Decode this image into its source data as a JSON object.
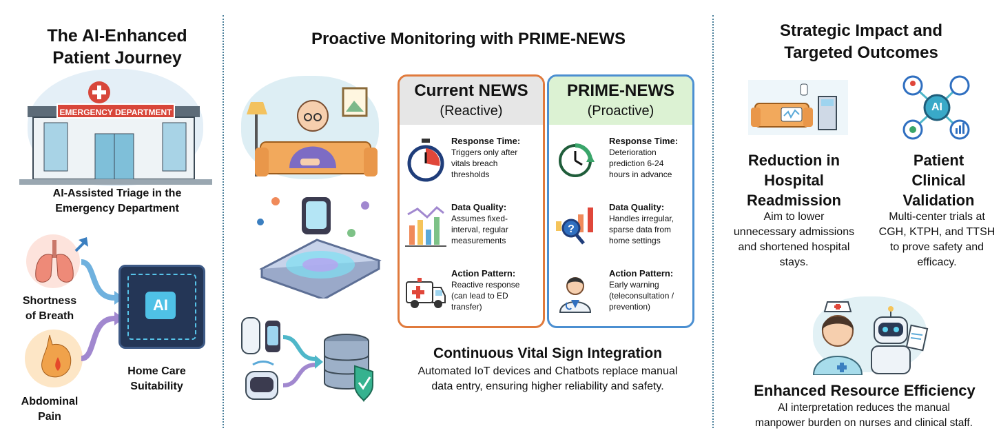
{
  "left": {
    "title": "The AI-Enhanced\nPatient Journey",
    "hospital_sign": "EMERGENCY DEPARTMENT",
    "triage_label": "AI-Assisted Triage in the\nEmergency Department",
    "chip_text": "AI",
    "symptom_breath": "Shortness\nof Breath",
    "symptom_abdominal": "Abdominal\nPain",
    "home_care": "Home Care\nSuitability"
  },
  "middle": {
    "title": "Proactive Monitoring with PRIME-NEWS",
    "current": {
      "title": "Current NEWS",
      "subtitle": "(Reactive)",
      "rows": [
        {
          "heading": "Response Time:",
          "text": "Triggers only after\nvitals breach\nthresholds",
          "icon": "stopwatch-icon"
        },
        {
          "heading": "Data Quality:",
          "text": "Assumes fixed-\ninterval, regular\nmeasurements",
          "icon": "bar-chart-icon"
        },
        {
          "heading": "Action Pattern:",
          "text": "Reactive response\n(can lead to ED\ntransfer)",
          "icon": "ambulance-icon"
        }
      ]
    },
    "prime": {
      "title": "PRIME-NEWS",
      "subtitle": "(Proactive)",
      "rows": [
        {
          "heading": "Response Time:",
          "text": "Deterioration\nprediction 6-24\nhours in advance",
          "icon": "clock-forward-icon"
        },
        {
          "heading": "Data Quality:",
          "text": "Handles irregular,\nsparse data from\nhome settings",
          "icon": "magnifier-chart-icon"
        },
        {
          "heading": "Action Pattern:",
          "text": "Early warning\n(teleconsultation /\nprevention)",
          "icon": "doctor-icon"
        }
      ]
    },
    "integration_title": "Continuous Vital Sign Integration",
    "integration_text": "Automated IoT devices and Chatbots replace manual\ndata entry, ensuring higher reliability and safety."
  },
  "right": {
    "title": "Strategic Impact and\nTargeted Outcomes",
    "readmission_title": "Reduction in\nHospital\nReadmission",
    "readmission_text": "Aim to lower\nunnecessary admissions\nand shortened hospital\nstays.",
    "validation_title": "Patient\nClinical\nValidation",
    "validation_text": "Multi-center trials at\nCGH, KTPH, and TTSH\nto prove safety and\nefficacy.",
    "hub_text": "AI",
    "efficiency_title": "Enhanced Resource Efficiency",
    "efficiency_text": "AI interpretation reduces the manual\nmanpower burden on nurses and clinical staff."
  },
  "colors": {
    "divider": "#4a7f9a",
    "current_border": "#e07a3c",
    "prime_border": "#4b8fd1",
    "current_header": "#e6e6e6",
    "prime_header": "#dcf2d3"
  }
}
